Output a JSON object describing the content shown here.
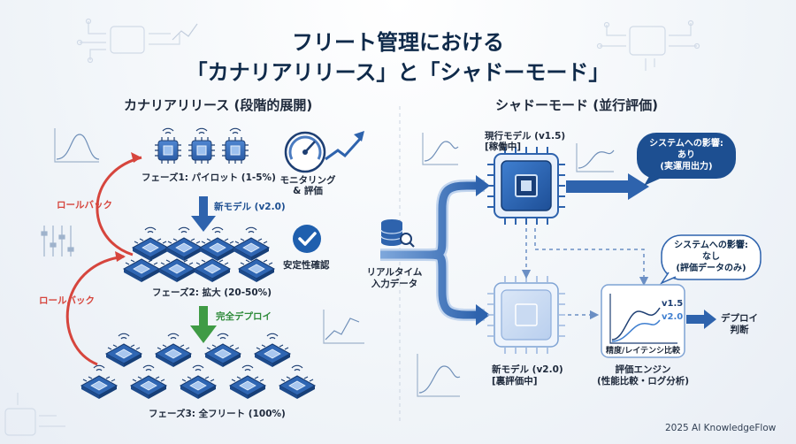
{
  "title": {
    "line1": "フリート管理における",
    "line2": "「カナリアリリース」と「シャドーモード」"
  },
  "canary": {
    "heading": "カナリアリリース (段階的展開)",
    "phase1": "フェーズ1: パイロット (1-5%)",
    "new_model_arrow": "新モデル (v2.0)",
    "phase2": "フェーズ2: 拡大 (20-50%)",
    "full_deploy_arrow": "完全デプロイ",
    "phase3": "フェーズ3: 全フリート (100%)",
    "monitoring_line1": "モニタリング",
    "monitoring_line2": "& 評価",
    "stability": "安定性確認",
    "rollback1": "ロールバック",
    "rollback2": "ロールバック"
  },
  "shadow": {
    "heading": "シャドーモード (並行評価)",
    "current_model_line1": "現行モデル (v1.5)",
    "current_model_line2": "[稼働中]",
    "realtime_line1": "リアルタイム",
    "realtime_line2": "入力データ",
    "new_model_line1": "新モデル (v2.0)",
    "new_model_line2": "[裏評価中]",
    "impact_yes_line1": "システムへの影響:",
    "impact_yes_line2": "あり",
    "impact_yes_line3": "(実運用出力)",
    "impact_no_line1": "システムへの影響:",
    "impact_no_line2": "なし",
    "impact_no_line3": "(評価データのみ)",
    "chart_v15": "v1.5",
    "chart_v20": "v2.0",
    "chart_caption": "精度/レイテンシ比較",
    "engine_line1": "評価エンジン",
    "engine_line2": "(性能比較・ログ分析)",
    "decision_line1": "デプロイ",
    "decision_line2": "判断"
  },
  "footer": "2025 AI KnowledgeFlow",
  "colors": {
    "navy": "#0f2a4a",
    "chip_blue": "#2f66b3",
    "rollback_red": "#d6453d",
    "deploy_green": "#3f9b45",
    "bubble_blue": "#1d4f91"
  }
}
